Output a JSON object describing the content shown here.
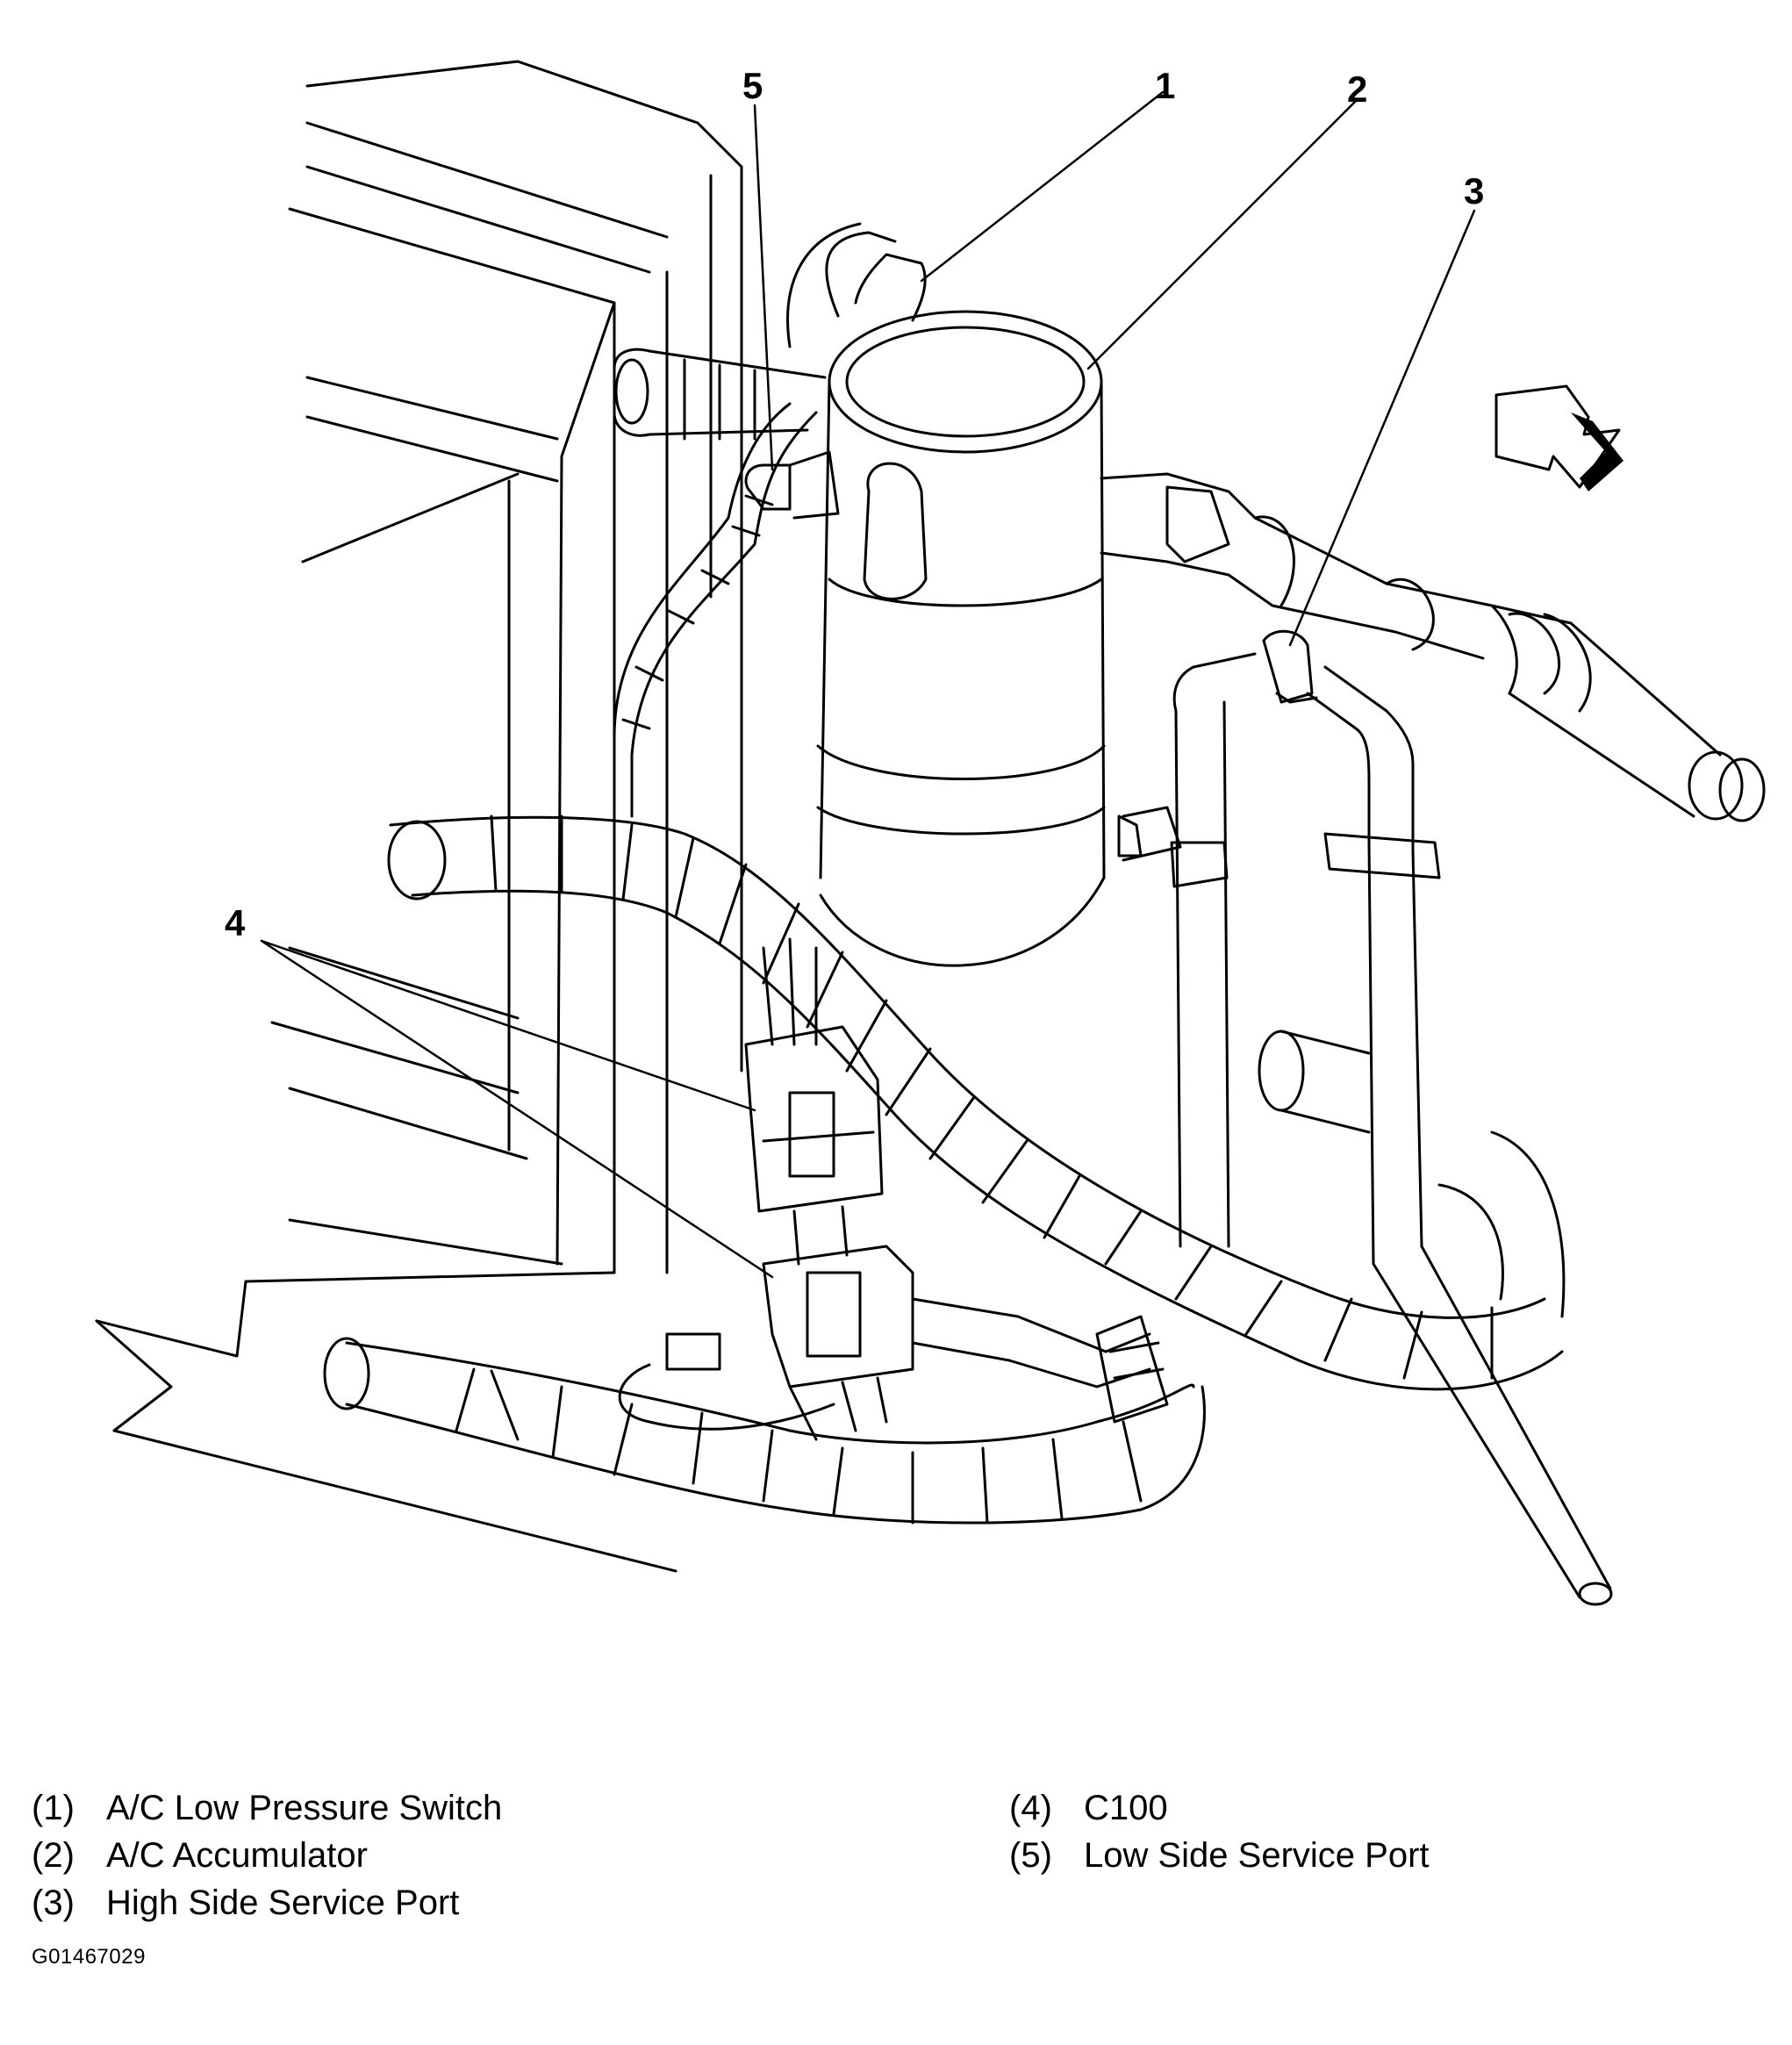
{
  "figure": {
    "callouts": [
      "1",
      "2",
      "3",
      "4",
      "5"
    ],
    "legend": [
      {
        "num": "(1)",
        "label": "A/C Low Pressure Switch"
      },
      {
        "num": "(2)",
        "label": "A/C Accumulator"
      },
      {
        "num": "(3)",
        "label": "High Side Service Port"
      },
      {
        "num": "(4)",
        "label": "C100"
      },
      {
        "num": "(5)",
        "label": "Low Side Service Port"
      }
    ],
    "figure_id": "G01467029"
  },
  "colors": {
    "ink": "#000000",
    "paper": "#ffffff"
  },
  "icons": [
    "direction-arrow-icon"
  ]
}
